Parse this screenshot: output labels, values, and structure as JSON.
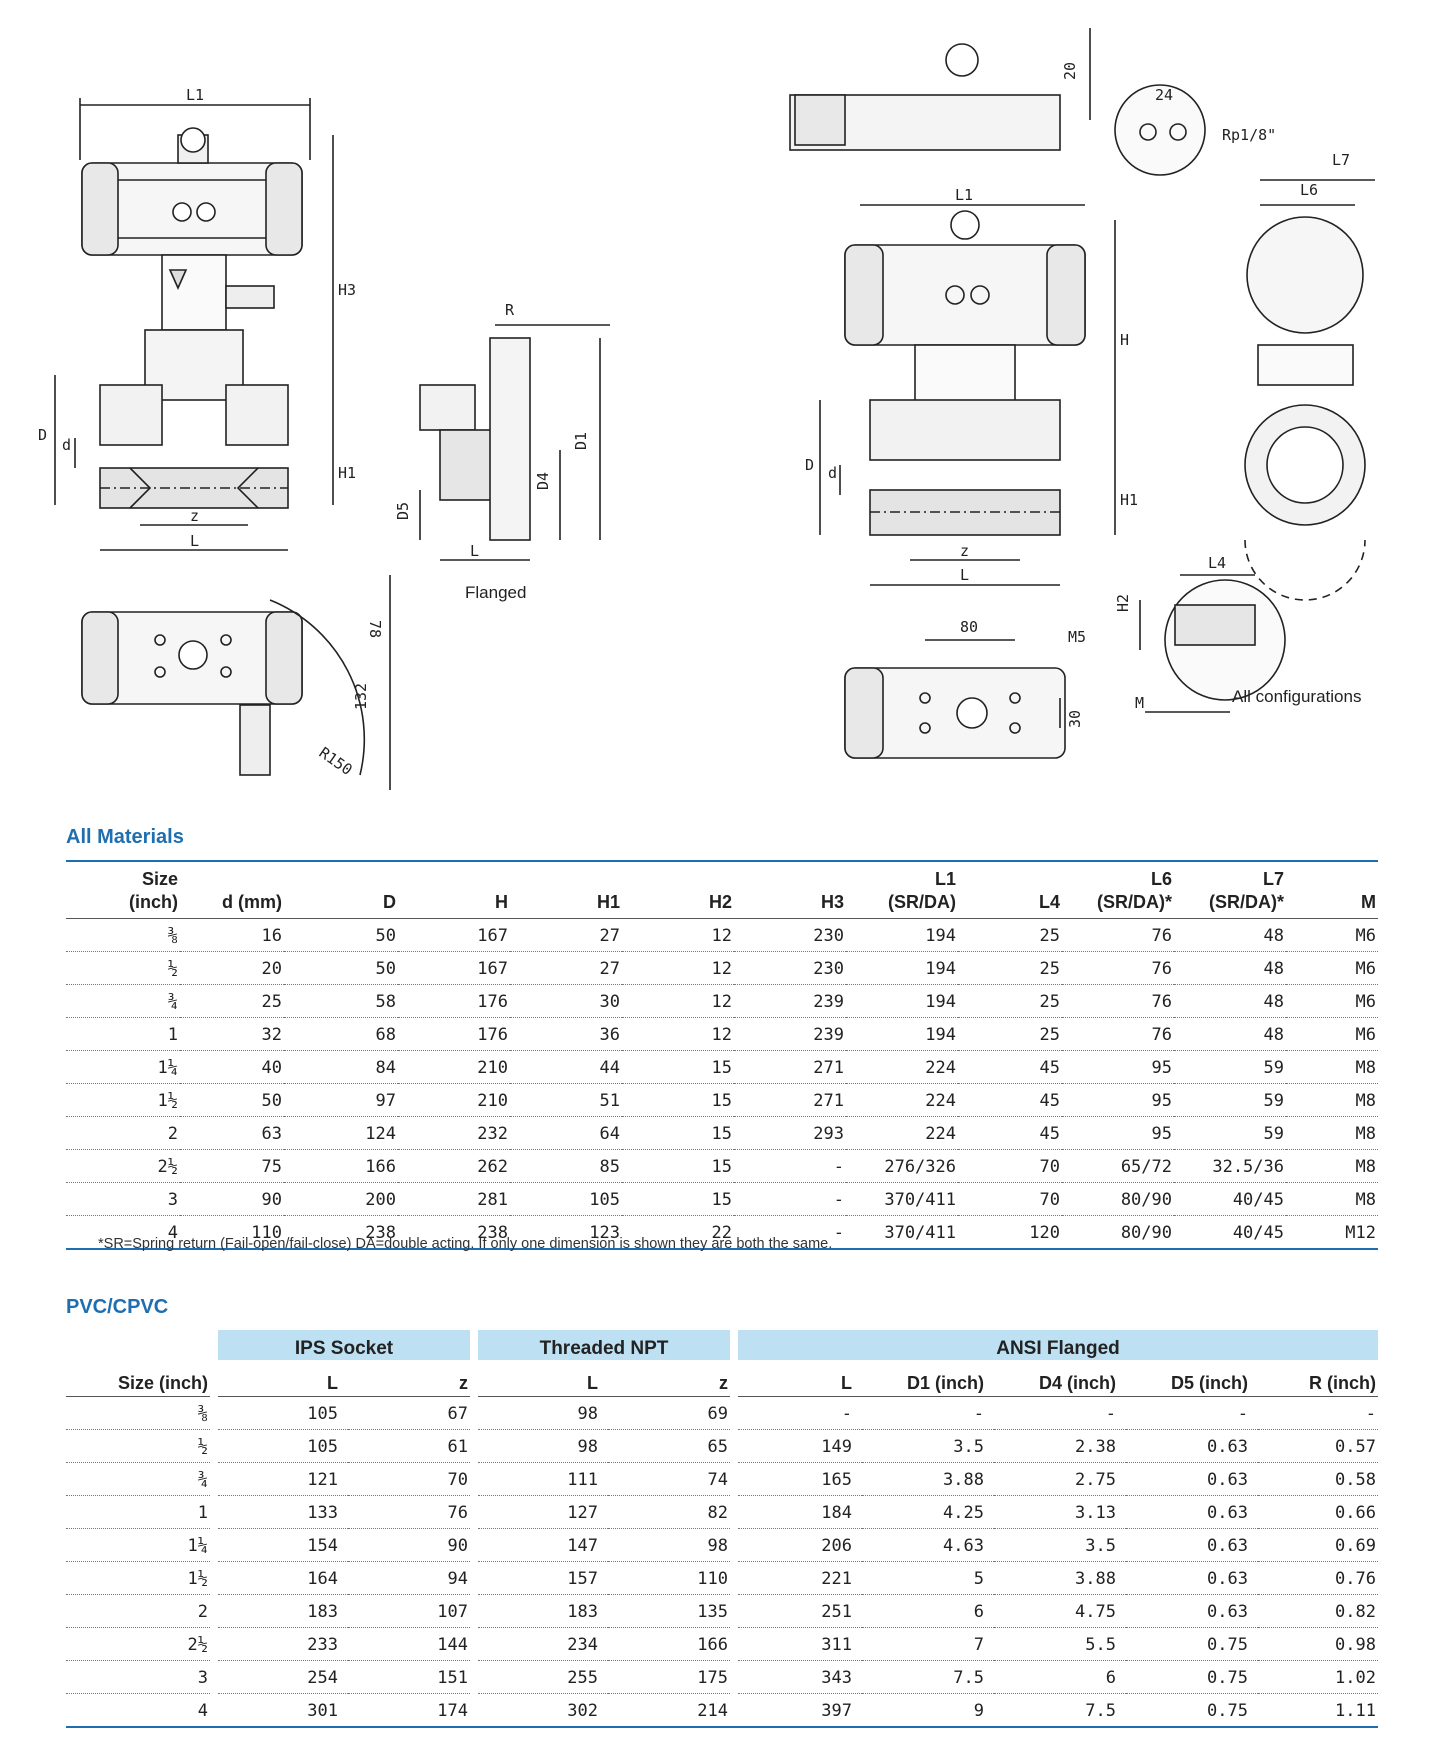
{
  "drawings": {
    "labels": {
      "l1_top_left": "L1",
      "h3": "H3",
      "h1_left": "H1",
      "d_left": "D",
      "d_small_left": "d",
      "z_left": "z",
      "l_left": "L",
      "r": "R",
      "d1": "D1",
      "d4": "D4",
      "d5": "D5",
      "l_flanged": "L",
      "flanged": "Flanged",
      "dim_78": "78",
      "dim_132": "132",
      "r150": "R150",
      "dim_20": "20",
      "dim_24": "24",
      "rp": "Rp1/8\"",
      "l7": "L7",
      "l6": "L6",
      "l1_right": "L1",
      "h_right": "H",
      "h1_right": "H1",
      "d_right": "D",
      "d_small_right": "d",
      "z_right": "z",
      "l_right": "L",
      "h2": "H2",
      "l4": "L4",
      "m": "M",
      "all_configs": "All configurations",
      "dim_80": "80",
      "m5": "M5",
      "dim_30": "30"
    }
  },
  "all_materials": {
    "title": "All Materials",
    "headers": {
      "size": [
        "Size",
        "(inch)"
      ],
      "d": "d (mm)",
      "D": "D",
      "H": "H",
      "H1": "H1",
      "H2": "H2",
      "H3": "H3",
      "L1": [
        "L1",
        "(SR/DA)"
      ],
      "L4": "L4",
      "L6": [
        "L6",
        "(SR/DA)*"
      ],
      "L7": [
        "L7",
        "(SR/DA)*"
      ],
      "M": "M"
    },
    "rows": [
      [
        "⅜",
        "16",
        "50",
        "167",
        "27",
        "12",
        "230",
        "194",
        "25",
        "76",
        "48",
        "M6"
      ],
      [
        "½",
        "20",
        "50",
        "167",
        "27",
        "12",
        "230",
        "194",
        "25",
        "76",
        "48",
        "M6"
      ],
      [
        "¾",
        "25",
        "58",
        "176",
        "30",
        "12",
        "239",
        "194",
        "25",
        "76",
        "48",
        "M6"
      ],
      [
        "1",
        "32",
        "68",
        "176",
        "36",
        "12",
        "239",
        "194",
        "25",
        "76",
        "48",
        "M6"
      ],
      [
        "1¼",
        "40",
        "84",
        "210",
        "44",
        "15",
        "271",
        "224",
        "45",
        "95",
        "59",
        "M8"
      ],
      [
        "1½",
        "50",
        "97",
        "210",
        "51",
        "15",
        "271",
        "224",
        "45",
        "95",
        "59",
        "M8"
      ],
      [
        "2",
        "63",
        "124",
        "232",
        "64",
        "15",
        "293",
        "224",
        "45",
        "95",
        "59",
        "M8"
      ],
      [
        "2½",
        "75",
        "166",
        "262",
        "85",
        "15",
        "-",
        "276/326",
        "70",
        "65/72",
        "32.5/36",
        "M8"
      ],
      [
        "3",
        "90",
        "200",
        "281",
        "105",
        "15",
        "-",
        "370/411",
        "70",
        "80/90",
        "40/45",
        "M8"
      ],
      [
        "4",
        "110",
        "238",
        "238",
        "123",
        "22",
        "-",
        "370/411",
        "120",
        "80/90",
        "40/45",
        "M12"
      ]
    ],
    "footnote": "*SR=Spring return (Fail-open/fail-close) DA=double acting.  If only one dimension is shown they are both the same."
  },
  "pvc_cpvc": {
    "title": "PVC/CPVC",
    "groups": {
      "ips": "IPS Socket",
      "npt": "Threaded NPT",
      "ansi": "ANSI Flanged"
    },
    "headers": {
      "size": "Size (inch)",
      "ips_L": "L",
      "ips_z": "z",
      "npt_L": "L",
      "npt_z": "z",
      "ansi_L": "L",
      "d1": "D1 (inch)",
      "d4": "D4 (inch)",
      "d5": "D5 (inch)",
      "r": "R (inch)"
    },
    "rows": [
      [
        "⅜",
        "105",
        "67",
        "98",
        "69",
        "-",
        "-",
        "-",
        "-",
        "-"
      ],
      [
        "½",
        "105",
        "61",
        "98",
        "65",
        "149",
        "3.5",
        "2.38",
        "0.63",
        "0.57"
      ],
      [
        "¾",
        "121",
        "70",
        "111",
        "74",
        "165",
        "3.88",
        "2.75",
        "0.63",
        "0.58"
      ],
      [
        "1",
        "133",
        "76",
        "127",
        "82",
        "184",
        "4.25",
        "3.13",
        "0.63",
        "0.66"
      ],
      [
        "1¼",
        "154",
        "90",
        "147",
        "98",
        "206",
        "4.63",
        "3.5",
        "0.63",
        "0.69"
      ],
      [
        "1½",
        "164",
        "94",
        "157",
        "110",
        "221",
        "5",
        "3.88",
        "0.63",
        "0.76"
      ],
      [
        "2",
        "183",
        "107",
        "183",
        "135",
        "251",
        "6",
        "4.75",
        "0.63",
        "0.82"
      ],
      [
        "2½",
        "233",
        "144",
        "234",
        "166",
        "311",
        "7",
        "5.5",
        "0.75",
        "0.98"
      ],
      [
        "3",
        "254",
        "151",
        "255",
        "175",
        "343",
        "7.5",
        "6",
        "0.75",
        "1.02"
      ],
      [
        "4",
        "301",
        "174",
        "302",
        "214",
        "397",
        "9",
        "7.5",
        "0.75",
        "1.11"
      ]
    ]
  },
  "colors": {
    "accent": "#1f6fb0",
    "header_band": "#bde0f3"
  }
}
